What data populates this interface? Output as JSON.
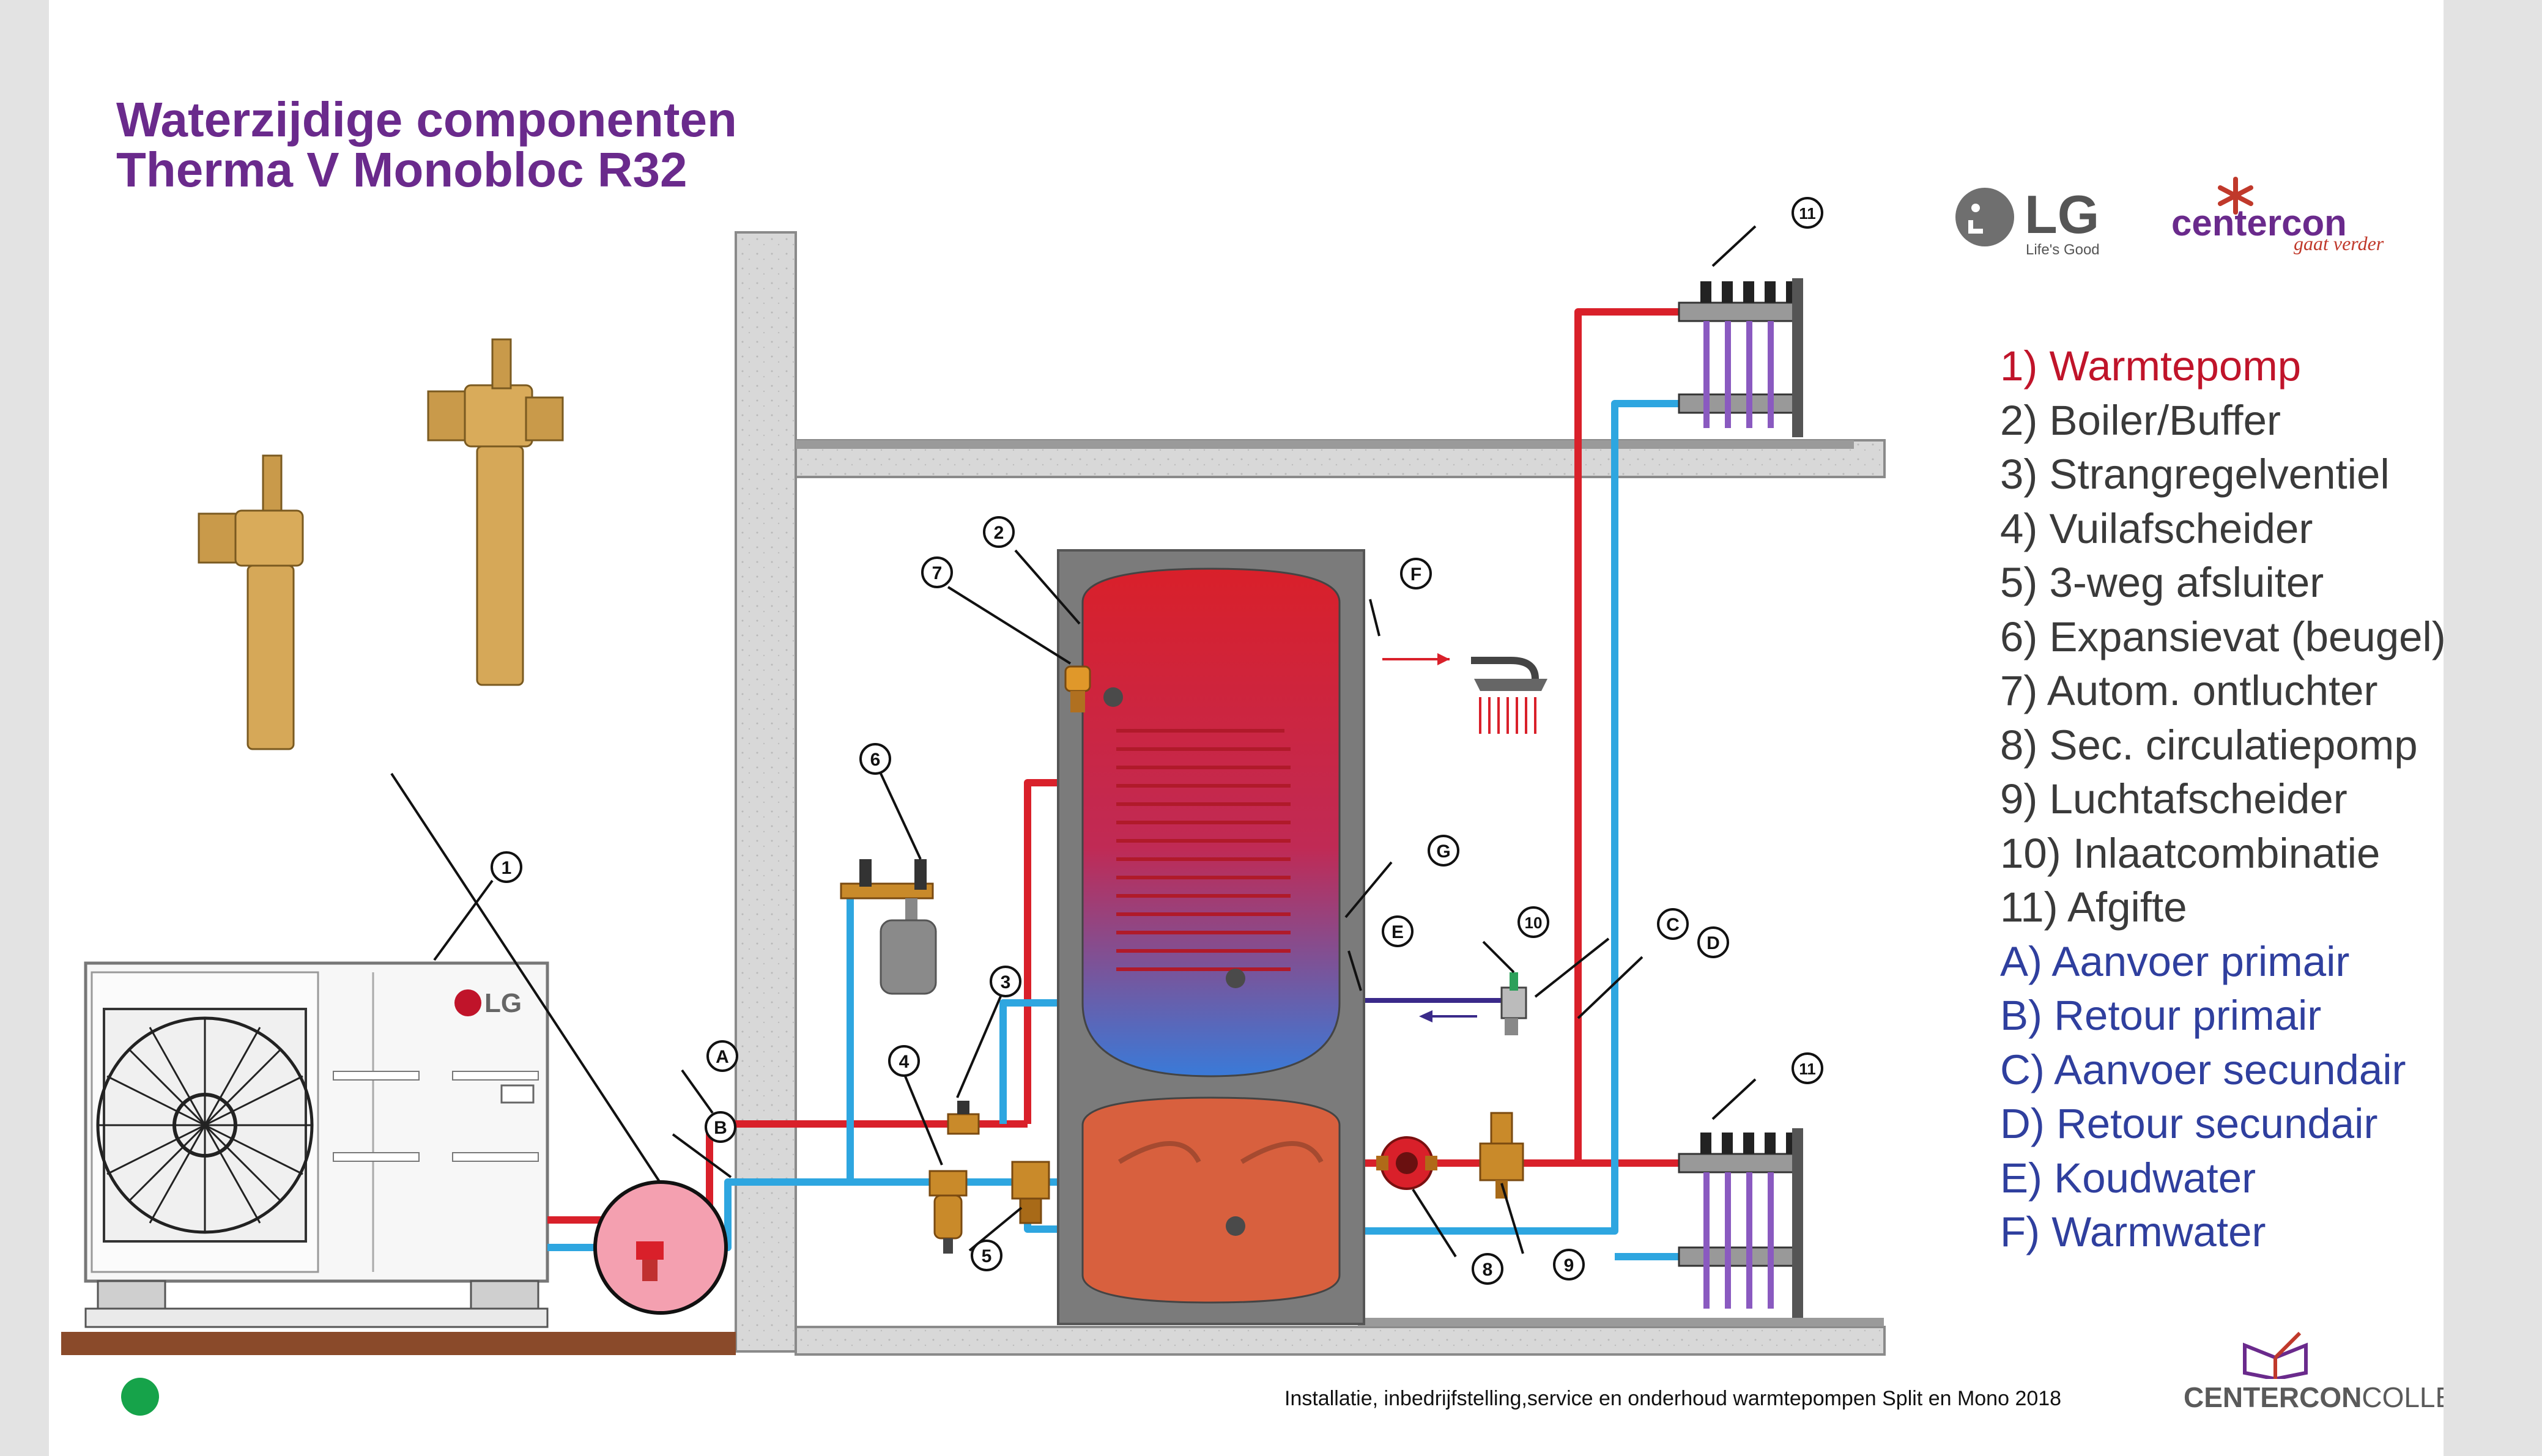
{
  "header": {
    "title": "Waterzijdige componenten",
    "subtitle": "Therma V Monobloc R32"
  },
  "logos": {
    "lg_text": "LG",
    "lg_slogan": "Life's Good",
    "centercon_name": "centercon",
    "centercon_tagline": "gaat verder",
    "college_bold": "CENTERCON",
    "college_light": "COLLEGE"
  },
  "legend": [
    {
      "text": "1) Warmtepomp",
      "color": "#c0142a"
    },
    {
      "text": "2) Boiler/Buffer",
      "color": "#3a3a3a"
    },
    {
      "text": "3) Strangregelventiel",
      "color": "#3a3a3a"
    },
    {
      "text": "4) Vuilafscheider",
      "color": "#3a3a3a"
    },
    {
      "text": "5) 3-weg afsluiter",
      "color": "#3a3a3a"
    },
    {
      "text": "6) Expansievat (beugel)",
      "color": "#3a3a3a"
    },
    {
      "text": "7) Autom. ontluchter",
      "color": "#3a3a3a"
    },
    {
      "text": "8) Sec. circulatiepomp",
      "color": "#3a3a3a"
    },
    {
      "text": "9) Luchtafscheider",
      "color": "#3a3a3a"
    },
    {
      "text": "10) Inlaatcombinatie",
      "color": "#3a3a3a"
    },
    {
      "text": "11) Afgifte",
      "color": "#3a3a3a"
    },
    {
      "text": "A) Aanvoer primair",
      "color": "#2f3f9e"
    },
    {
      "text": "B) Retour primair",
      "color": "#2f3f9e"
    },
    {
      "text": "C) Aanvoer secundair",
      "color": "#2f3f9e"
    },
    {
      "text": "D) Retour secundair",
      "color": "#2f3f9e"
    },
    {
      "text": "E) Koudwater",
      "color": "#2f3f9e"
    },
    {
      "text": "F) Warmwater",
      "color": "#2f3f9e"
    }
  ],
  "callouts": [
    "1",
    "2",
    "3",
    "4",
    "5",
    "6",
    "7",
    "8",
    "9",
    "10",
    "11",
    "11",
    "A",
    "B",
    "C",
    "D",
    "E",
    "F",
    "G"
  ],
  "footer": "Installatie, inbedrijfstelling,service en onderhoud warmtepompen Split en Mono 2018",
  "colors": {
    "hot": "#d9202a",
    "cold": "#2ea6e0",
    "title": "#6a2a8c",
    "status": "#16a34a"
  }
}
